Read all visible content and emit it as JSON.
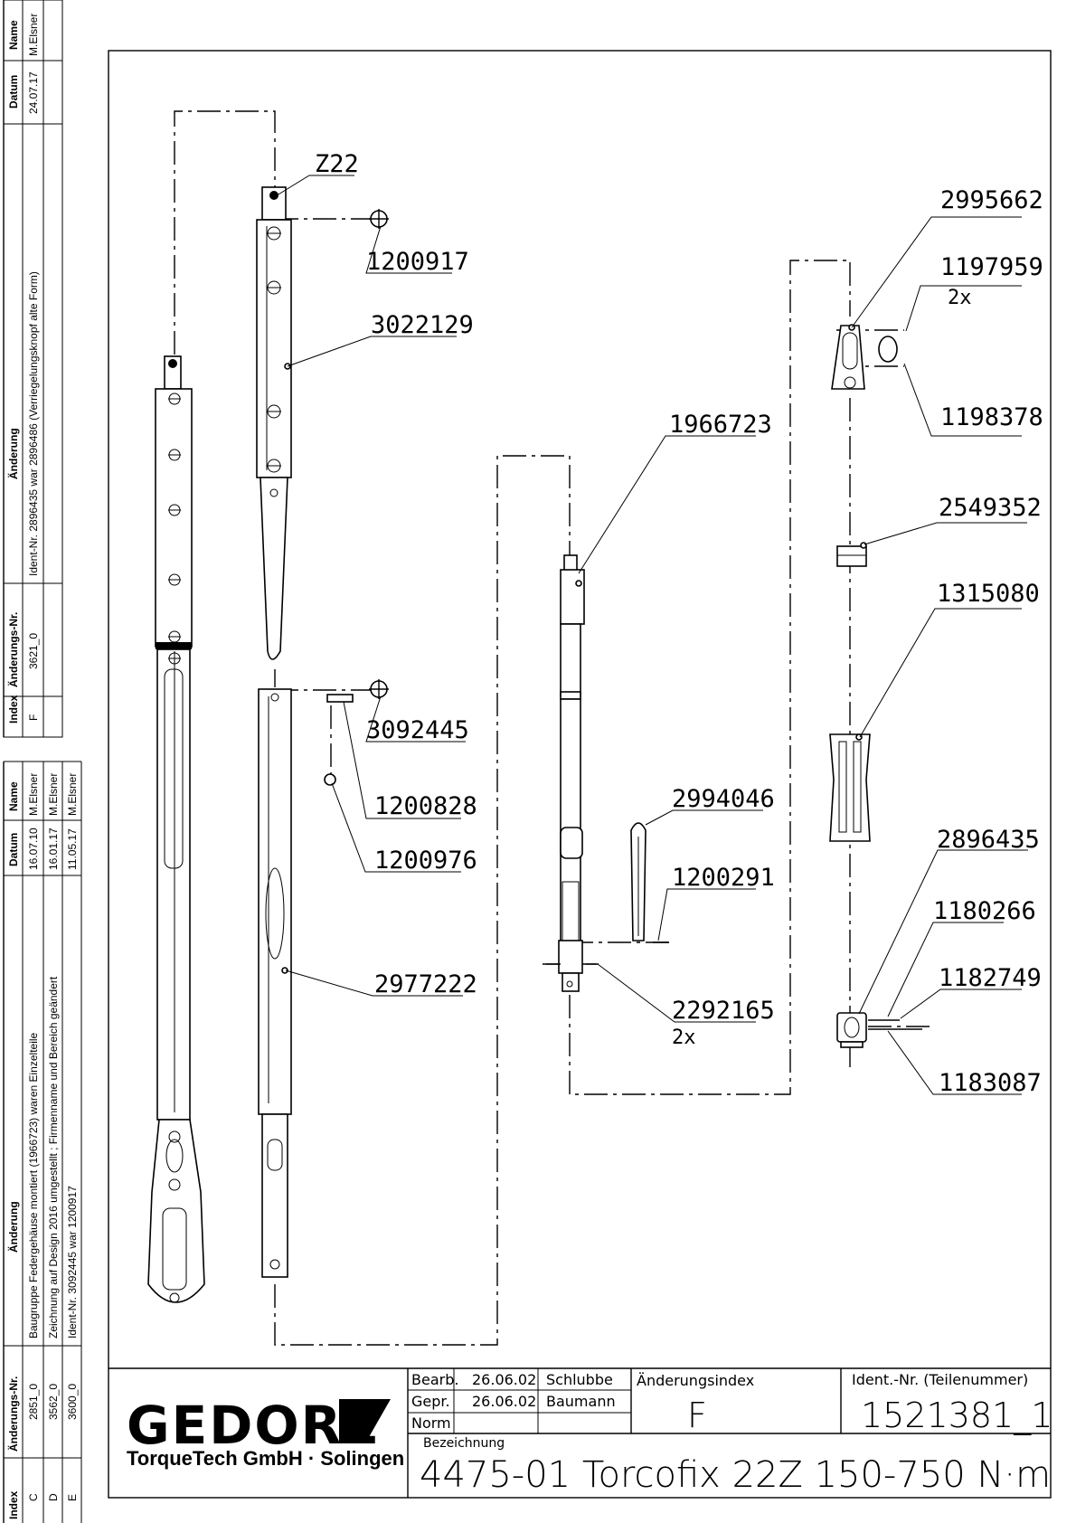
{
  "revision_table_top": {
    "headers": [
      "Index",
      "Änderungs-Nr.",
      "Änderung",
      "Datum",
      "Name"
    ],
    "rows": [
      {
        "index": "F",
        "nr": "3621_0",
        "change": "Ident-Nr. 2896435 war 2896486 (Verriegelungsknopf alte Form)",
        "date": "24.07.17",
        "name": "M.Elsner"
      }
    ]
  },
  "revision_table_bottom": {
    "headers": [
      "Index",
      "Änderungs-Nr.",
      "Änderung",
      "Datum",
      "Name"
    ],
    "rows": [
      {
        "index": "C",
        "nr": "2851_0",
        "change": "Baugruppe Federgehäuse montiert (1966723) waren Einzelteile",
        "date": "16.07.10",
        "name": "M.Elsner"
      },
      {
        "index": "D",
        "nr": "3562_0",
        "change": "Zeichnung auf Design 2016 umgestellt ; Firmenname und Bereich geändert",
        "date": "16.01.17",
        "name": "M.Elsner"
      },
      {
        "index": "E",
        "nr": "3600_0",
        "change": "Ident-Nr. 3092445 war 1200917",
        "date": "11.05.17",
        "name": "M.Elsner"
      }
    ]
  },
  "part_labels": {
    "z22": "Z22",
    "p1200917": "1200917",
    "p3022129": "3022129",
    "p3092445": "3092445",
    "p1200828": "1200828",
    "p1200976": "1200976",
    "p2977222": "2977222",
    "p1966723": "1966723",
    "p2994046": "2994046",
    "p1200291": "1200291",
    "p2292165": "2292165",
    "p2292165_qty": "2x",
    "p2995662": "2995662",
    "p1197959": "1197959",
    "p1197959_qty": "2x",
    "p1198378": "1198378",
    "p2549352": "2549352",
    "p1315080": "1315080",
    "p2896435": "2896435",
    "p1180266": "1180266",
    "p1182749": "1182749",
    "p1183087": "1183087"
  },
  "title_block": {
    "brand": "GEDORE",
    "company": "TorqueTech GmbH · Solingen",
    "bearb_label": "Bearb.",
    "bearb_date": "26.06.02",
    "bearb_name": "Schlubbe",
    "gepr_label": "Gepr.",
    "gepr_date": "26.06.02",
    "gepr_name": "Baumann",
    "norm_label": "Norm",
    "aenderungsindex_label": "Änderungsindex",
    "aenderungsindex": "F",
    "ident_label": "Ident.-Nr.  (Teilenummer)",
    "ident_number": "1521381_1",
    "bezeichnung_label": "Bezeichnung",
    "title": "4475-01 Torcofix 22Z  150-750 N·m"
  }
}
